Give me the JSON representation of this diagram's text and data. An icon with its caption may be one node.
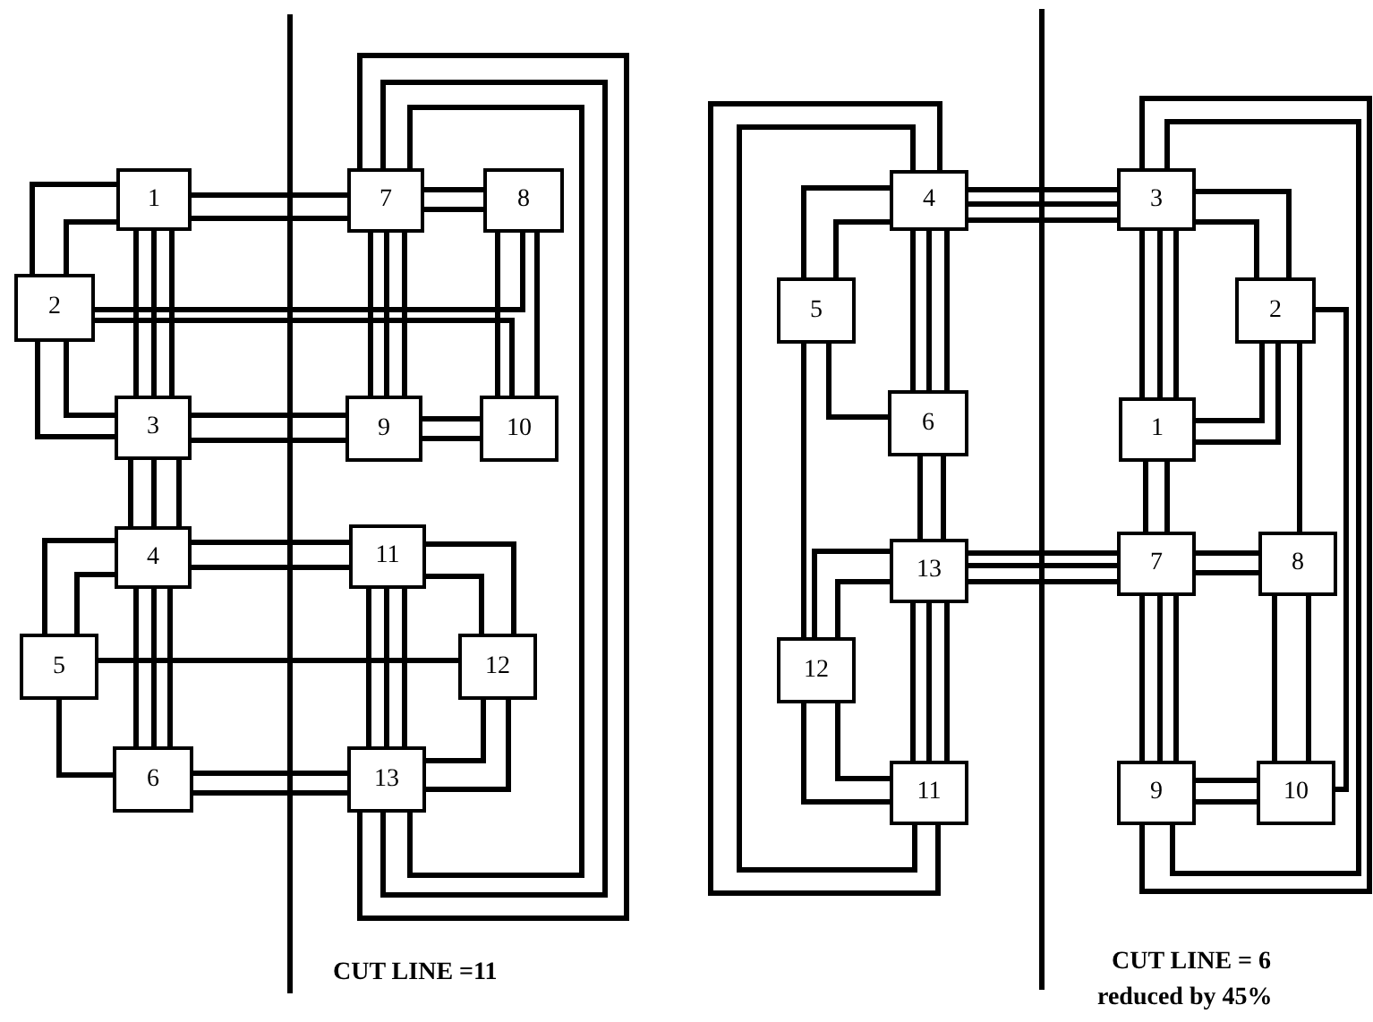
{
  "diagram": {
    "nodes": [
      {
        "text": [
          "1"
        ]
      },
      {
        "text": [
          "2"
        ]
      },
      {
        "text": [
          "3"
        ]
      },
      {
        "text": [
          "4"
        ]
      },
      {
        "text": [
          "5"
        ]
      },
      {
        "text": [
          "6"
        ]
      },
      {
        "text": [
          "7"
        ]
      },
      {
        "text": [
          "8"
        ]
      },
      {
        "text": [
          "9"
        ]
      },
      {
        "text": [
          "10"
        ]
      },
      {
        "text": [
          "11"
        ]
      },
      {
        "text": [
          "12"
        ]
      },
      {
        "text": [
          "13"
        ]
      },
      {
        "text": [
          "1"
        ]
      },
      {
        "text": [
          "2"
        ]
      },
      {
        "text": [
          "3"
        ]
      },
      {
        "text": [
          "4"
        ]
      },
      {
        "text": [
          "5"
        ]
      },
      {
        "text": [
          "6"
        ]
      },
      {
        "text": [
          "7"
        ]
      },
      {
        "text": [
          "8"
        ]
      },
      {
        "text": [
          "9"
        ]
      },
      {
        "text": [
          "10"
        ]
      },
      {
        "text": [
          "11"
        ]
      },
      {
        "text": [
          "12"
        ]
      },
      {
        "text": [
          "13"
        ]
      }
    ],
    "edges": [
      {
        "from": 0,
        "to": 1,
        "arrow": "none"
      },
      {
        "from": 0,
        "to": 1,
        "arrow": "none"
      },
      {
        "from": 0,
        "to": 6,
        "arrow": "none"
      },
      {
        "from": 0,
        "to": 6,
        "arrow": "none"
      },
      {
        "from": 0,
        "to": 2,
        "arrow": "none"
      },
      {
        "from": 0,
        "to": 2,
        "arrow": "none"
      },
      {
        "from": 0,
        "to": 2,
        "arrow": "none"
      },
      {
        "from": 1,
        "to": 2,
        "arrow": "none"
      },
      {
        "from": 1,
        "to": 2,
        "arrow": "none"
      },
      {
        "from": 1,
        "to": 7,
        "arrow": "none"
      },
      {
        "from": 1,
        "to": 9,
        "arrow": "none"
      },
      {
        "from": 7,
        "to": 9,
        "arrow": "none"
      },
      {
        "from": 7,
        "to": 9,
        "arrow": "none"
      },
      {
        "from": 2,
        "to": 8,
        "arrow": "none"
      },
      {
        "from": 2,
        "to": 8,
        "arrow": "none"
      },
      {
        "from": 2,
        "to": 3,
        "arrow": "none"
      },
      {
        "from": 2,
        "to": 3,
        "arrow": "none"
      },
      {
        "from": 2,
        "to": 3,
        "arrow": "none"
      },
      {
        "from": 6,
        "to": 7,
        "arrow": "none"
      },
      {
        "from": 6,
        "to": 7,
        "arrow": "none"
      },
      {
        "from": 6,
        "to": 8,
        "arrow": "none"
      },
      {
        "from": 6,
        "to": 8,
        "arrow": "none"
      },
      {
        "from": 6,
        "to": 8,
        "arrow": "none"
      },
      {
        "from": 8,
        "to": 9,
        "arrow": "none"
      },
      {
        "from": 8,
        "to": 9,
        "arrow": "none"
      },
      {
        "from": 6,
        "to": 12,
        "arrow": "none"
      },
      {
        "from": 6,
        "to": 12,
        "arrow": "none"
      },
      {
        "from": 6,
        "to": 12,
        "arrow": "none"
      },
      {
        "from": 3,
        "to": 4,
        "arrow": "none"
      },
      {
        "from": 3,
        "to": 4,
        "arrow": "none"
      },
      {
        "from": 3,
        "to": 10,
        "arrow": "none"
      },
      {
        "from": 3,
        "to": 10,
        "arrow": "none"
      },
      {
        "from": 3,
        "to": 5,
        "arrow": "none"
      },
      {
        "from": 3,
        "to": 5,
        "arrow": "none"
      },
      {
        "from": 3,
        "to": 5,
        "arrow": "none"
      },
      {
        "from": 4,
        "to": 11,
        "arrow": "none"
      },
      {
        "from": 4,
        "to": 5,
        "arrow": "none"
      },
      {
        "from": 10,
        "to": 11,
        "arrow": "none"
      },
      {
        "from": 10,
        "to": 11,
        "arrow": "none"
      },
      {
        "from": 10,
        "to": 12,
        "arrow": "none"
      },
      {
        "from": 10,
        "to": 12,
        "arrow": "none"
      },
      {
        "from": 10,
        "to": 12,
        "arrow": "none"
      },
      {
        "from": 11,
        "to": 12,
        "arrow": "none"
      },
      {
        "from": 11,
        "to": 12,
        "arrow": "none"
      },
      {
        "from": 5,
        "to": 12,
        "arrow": "none"
      },
      {
        "from": 5,
        "to": 12,
        "arrow": "none"
      },
      {
        "from": 16,
        "to": 17,
        "arrow": "none"
      },
      {
        "from": 16,
        "to": 17,
        "arrow": "none"
      },
      {
        "from": 16,
        "to": 15,
        "arrow": "none"
      },
      {
        "from": 16,
        "to": 15,
        "arrow": "none"
      },
      {
        "from": 16,
        "to": 15,
        "arrow": "none"
      },
      {
        "from": 16,
        "to": 18,
        "arrow": "none"
      },
      {
        "from": 16,
        "to": 18,
        "arrow": "none"
      },
      {
        "from": 16,
        "to": 18,
        "arrow": "none"
      },
      {
        "from": 16,
        "to": 23,
        "arrow": "none"
      },
      {
        "from": 16,
        "to": 23,
        "arrow": "none"
      },
      {
        "from": 17,
        "to": 18,
        "arrow": "none"
      },
      {
        "from": 17,
        "to": 24,
        "arrow": "none"
      },
      {
        "from": 18,
        "to": 25,
        "arrow": "none"
      },
      {
        "from": 18,
        "to": 25,
        "arrow": "none"
      },
      {
        "from": 15,
        "to": 14,
        "arrow": "none"
      },
      {
        "from": 15,
        "to": 14,
        "arrow": "none"
      },
      {
        "from": 15,
        "to": 13,
        "arrow": "none"
      },
      {
        "from": 15,
        "to": 13,
        "arrow": "none"
      },
      {
        "from": 15,
        "to": 13,
        "arrow": "none"
      },
      {
        "from": 15,
        "to": 21,
        "arrow": "none"
      },
      {
        "from": 15,
        "to": 21,
        "arrow": "none"
      },
      {
        "from": 14,
        "to": 13,
        "arrow": "none"
      },
      {
        "from": 14,
        "to": 13,
        "arrow": "none"
      },
      {
        "from": 14,
        "to": 20,
        "arrow": "none"
      },
      {
        "from": 14,
        "to": 22,
        "arrow": "none"
      },
      {
        "from": 13,
        "to": 19,
        "arrow": "none"
      },
      {
        "from": 13,
        "to": 19,
        "arrow": "none"
      },
      {
        "from": 25,
        "to": 24,
        "arrow": "none"
      },
      {
        "from": 25,
        "to": 24,
        "arrow": "none"
      },
      {
        "from": 25,
        "to": 19,
        "arrow": "none"
      },
      {
        "from": 25,
        "to": 19,
        "arrow": "none"
      },
      {
        "from": 25,
        "to": 19,
        "arrow": "none"
      },
      {
        "from": 25,
        "to": 23,
        "arrow": "none"
      },
      {
        "from": 25,
        "to": 23,
        "arrow": "none"
      },
      {
        "from": 25,
        "to": 23,
        "arrow": "none"
      },
      {
        "from": 24,
        "to": 23,
        "arrow": "none"
      },
      {
        "from": 24,
        "to": 23,
        "arrow": "none"
      },
      {
        "from": 19,
        "to": 20,
        "arrow": "none"
      },
      {
        "from": 19,
        "to": 20,
        "arrow": "none"
      },
      {
        "from": 19,
        "to": 21,
        "arrow": "none"
      },
      {
        "from": 19,
        "to": 21,
        "arrow": "none"
      },
      {
        "from": 19,
        "to": 21,
        "arrow": "none"
      },
      {
        "from": 20,
        "to": 22,
        "arrow": "none"
      },
      {
        "from": 20,
        "to": 22,
        "arrow": "none"
      },
      {
        "from": 21,
        "to": 22,
        "arrow": "none"
      },
      {
        "from": 21,
        "to": 22,
        "arrow": "none"
      }
    ],
    "labels": [
      "CUT LINE =11",
      "CUT LINE = 6",
      "reduced by 45%"
    ]
  }
}
